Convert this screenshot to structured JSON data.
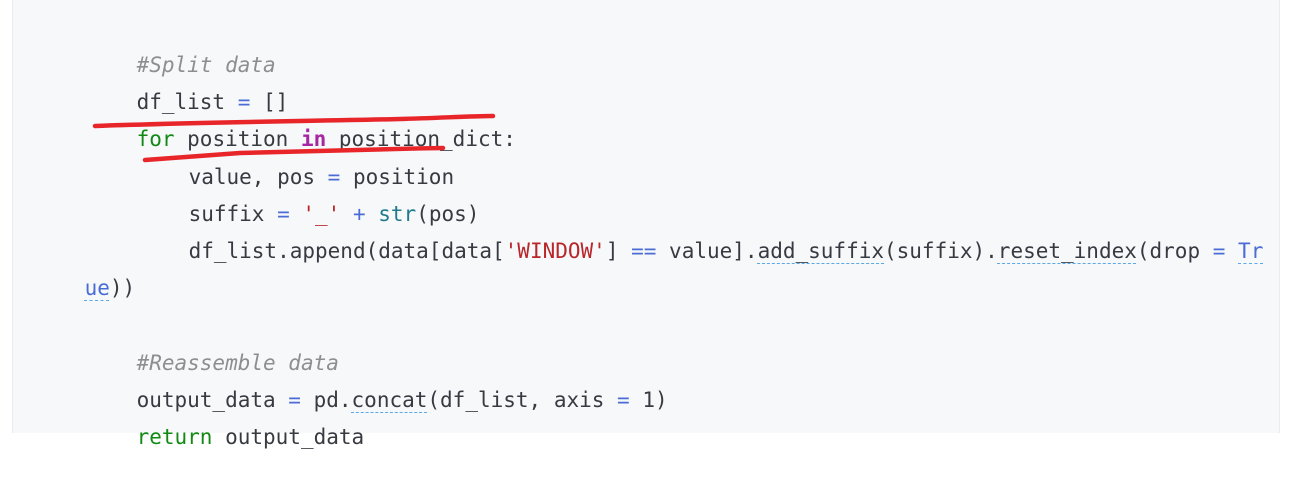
{
  "code": {
    "comment_split": "#Split data",
    "line_df_list": {
      "ident": "df_list",
      "eq": " = ",
      "brackets": "[]"
    },
    "line_for": {
      "kw_for": "for",
      "var": " position ",
      "kw_in": "in",
      "iter": " position_dict:"
    },
    "line_unpack": {
      "lhs": "value, pos",
      "eq": " = ",
      "rhs": "position"
    },
    "line_suffix": {
      "lhs": "suffix",
      "eq": " = ",
      "str": "'_'",
      "plus": " + ",
      "builtin": "str",
      "arg": "(pos)"
    },
    "line_append": {
      "part1": "df_list.append(data[data[",
      "str": "'WINDOW'",
      "part2": "] ",
      "op": "==",
      "part3": " value].",
      "method1": "add_suffix",
      "part4": "(suffix).",
      "method2": "reset_index",
      "part5": "(drop ",
      "eq": "=",
      "part6": " ",
      "true_start": "Tr"
    },
    "line_wrap": {
      "true_end": "ue",
      "close": "))"
    },
    "comment_reassemble": "#Reassemble data",
    "line_output": {
      "lhs": "output_data",
      "eq": " = ",
      "part1": "pd.",
      "method": "concat",
      "part2": "(df_list, axis ",
      "eq2": "=",
      "part3": " 1)"
    },
    "line_return": {
      "kw": "return",
      "rest": " output_data"
    }
  },
  "colors": {
    "background": "#f6f8fa",
    "comment": "#8e8e8e",
    "keyword_for_return": "#118a14",
    "keyword_in": "#a626a4",
    "operator": "#4a6cd4",
    "string": "#b8262a",
    "builtin": "#1f7b8c",
    "annotation_marker": "#e8262a"
  }
}
